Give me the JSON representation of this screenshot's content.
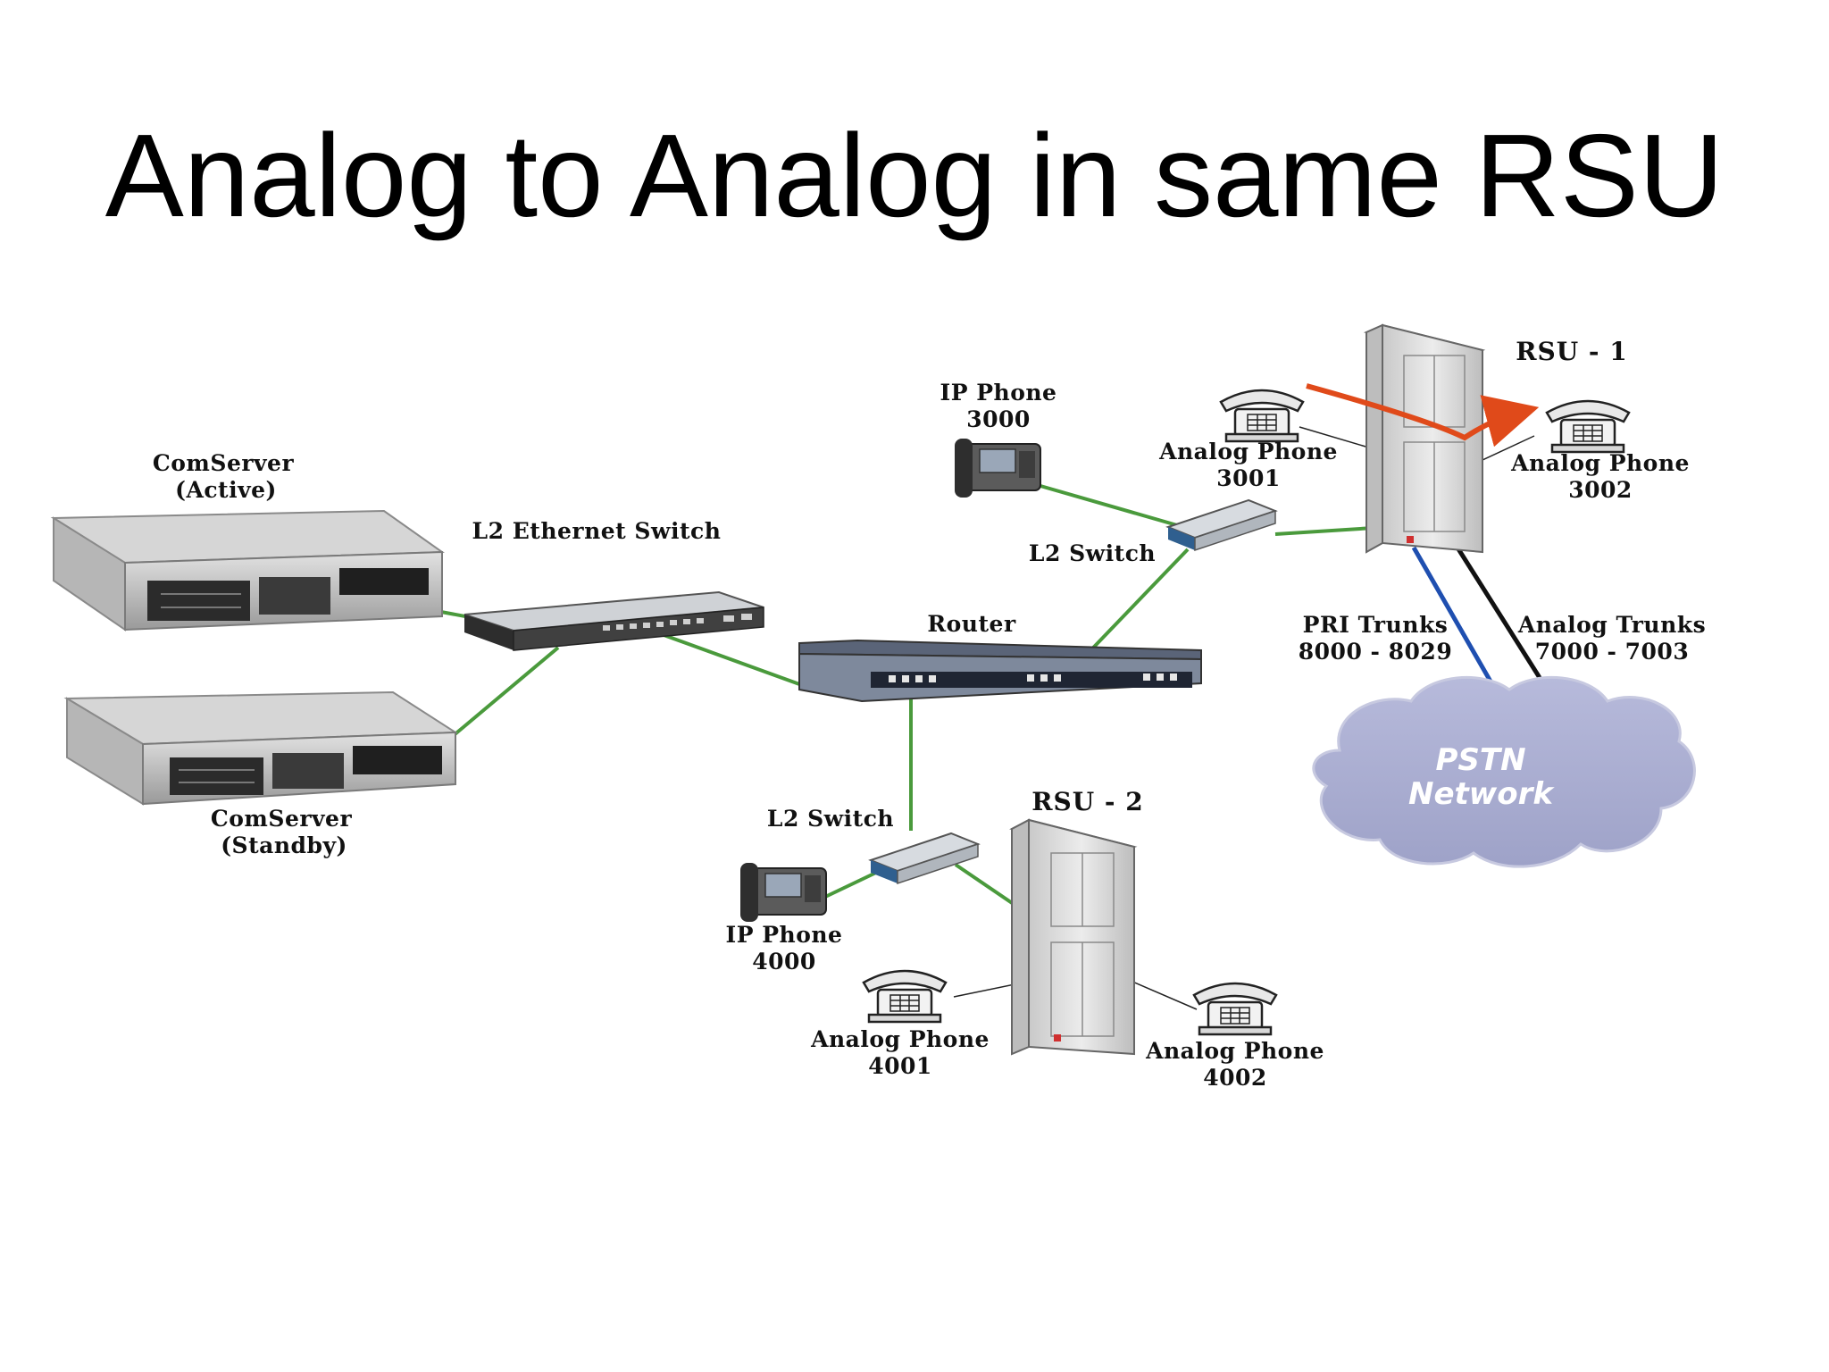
{
  "title": "Analog to Analog in same RSU",
  "colors": {
    "ethernet_link": "#4a9a3c",
    "pri_trunk": "#1f4fb0",
    "analog_trunk": "#111111",
    "call_path": "#e04a1a",
    "cloud_fill": "#a9add0"
  },
  "labels": {
    "comserver_active": {
      "line1": "ComServer",
      "line2": "(Active)"
    },
    "comserver_standby": {
      "line1": "ComServer",
      "line2": "(Standby)"
    },
    "l2_ethernet_switch": "L2 Ethernet Switch",
    "router": "Router",
    "l2_switch_top": "L2 Switch",
    "l2_switch_bottom": "L2 Switch",
    "ip_phone_3000": {
      "line1": "IP Phone",
      "line2": "3000"
    },
    "ip_phone_4000": {
      "line1": "IP Phone",
      "line2": "4000"
    },
    "analog_phone_3001": {
      "line1": "Analog Phone",
      "line2": "3001"
    },
    "analog_phone_3002": {
      "line1": "Analog Phone",
      "line2": "3002"
    },
    "analog_phone_4001": {
      "line1": "Analog Phone",
      "line2": "4001"
    },
    "analog_phone_4002": {
      "line1": "Analog Phone",
      "line2": "4002"
    },
    "rsu_1": "RSU - 1",
    "rsu_2": "RSU - 2",
    "pri_trunks": {
      "line1": "PRI Trunks",
      "line2": "8000 - 8029"
    },
    "analog_trunks": {
      "line1": "Analog Trunks",
      "line2": "7000 - 7003"
    },
    "pstn": {
      "line1": "PSTN",
      "line2": "Network"
    }
  }
}
